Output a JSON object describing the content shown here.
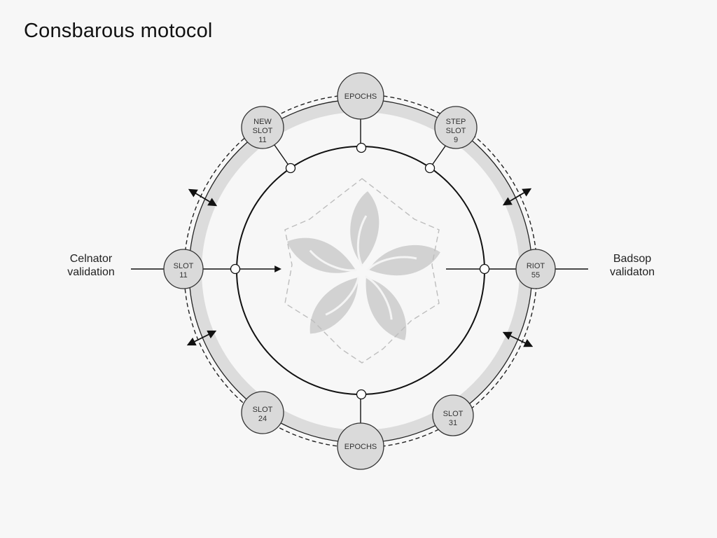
{
  "title": "Consbarous motocol",
  "left_label": {
    "line1": "Celnator",
    "line2": "validation"
  },
  "right_label": {
    "line1": "Badsop",
    "line2": "validaton"
  },
  "nodes": {
    "top": {
      "lines": [
        "EPOCHS"
      ]
    },
    "top_left": {
      "lines": [
        "NEW",
        "SLOT",
        "11"
      ]
    },
    "top_right": {
      "lines": [
        "STEP",
        "SLOT",
        "9"
      ]
    },
    "left": {
      "lines": [
        "SLOT",
        "11"
      ]
    },
    "right": {
      "lines": [
        "RIOT",
        "55"
      ]
    },
    "bottom_left": {
      "lines": [
        "SLOT",
        "24"
      ]
    },
    "bottom_right": {
      "lines": [
        "SLOT",
        "31"
      ]
    },
    "bottom": {
      "lines": [
        "EPOCHS"
      ]
    }
  },
  "colors": {
    "band": "#dcdcdc",
    "node_fill": "#d9d9d9",
    "line": "#111111",
    "flower": "#d0d0d0"
  }
}
